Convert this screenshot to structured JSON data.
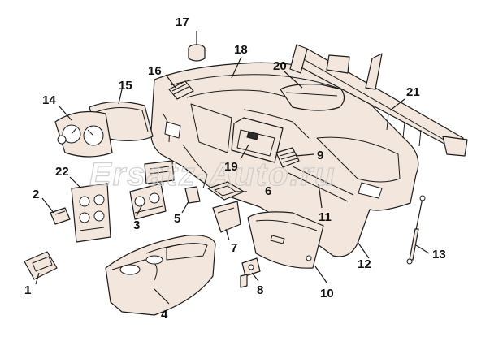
{
  "watermark": {
    "text": "Ersatz-Auto.ru"
  },
  "callouts": {
    "c1": "1",
    "c2": "2",
    "c3": "3",
    "c4": "4",
    "c5": "5",
    "c6": "6",
    "c7": "7",
    "c8": "8",
    "c9": "9",
    "c10": "10",
    "c11": "11",
    "c12": "12",
    "c13": "13",
    "c14": "14",
    "c15": "15",
    "c16": "16",
    "c17": "17",
    "c18": "18",
    "c19": "19",
    "c20": "20",
    "c21": "21",
    "c22": "22"
  },
  "colors": {
    "part_fill": "#f3e7dd",
    "outline": "#1a1a1a",
    "watermark": "#c9c9c9"
  }
}
